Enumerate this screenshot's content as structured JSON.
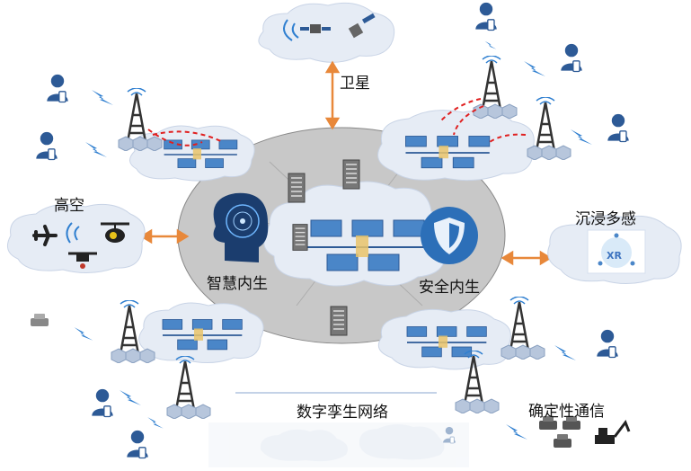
{
  "labels": {
    "satellite": "卫星",
    "high_altitude": "高空",
    "immersive": "沉浸多感",
    "ai_native": "智慧内生",
    "security_native": "安全内生",
    "digital_twin": "数字孪生网络",
    "deterministic": "确定性通信",
    "xr": "XR"
  },
  "colors": {
    "core_ellipse": "#c8c8c8",
    "cloud": "#e6ecf5",
    "link_arrow": "#e8883a",
    "handover_arrow": "#e02020",
    "node_blue": "#4a86c8",
    "user_icon": "#2d5a96",
    "signal": "#2f7fd0",
    "shield": "#2c6fb8",
    "hexagon": "#b7c6dc"
  }
}
